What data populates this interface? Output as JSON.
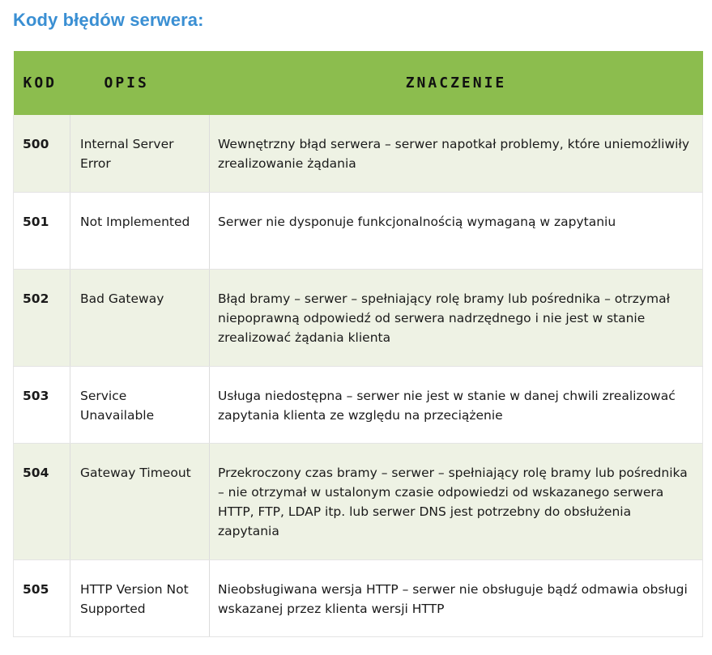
{
  "heading": "Kody błędów serwera:",
  "table": {
    "headers": {
      "code": "KOD",
      "description": "OPIS",
      "meaning": "ZNACZENIE"
    },
    "rows": [
      {
        "code": "500",
        "description": "Internal Server Error",
        "meaning": "Wewnętrzny błąd serwera – serwer napotkał problemy, które uniemożliwiły zrealizowanie żądania"
      },
      {
        "code": "501",
        "description": "Not Implemented",
        "meaning": "Serwer nie dysponuje funkcjonalnością wymaganą w zapytaniu"
      },
      {
        "code": "502",
        "description": "Bad Gateway",
        "meaning": "Błąd bramy – serwer – spełniający rolę bramy lub pośrednika – otrzymał niepoprawną odpowiedź od serwera nadrzędnego i nie jest w stanie zrealizować żądania klienta"
      },
      {
        "code": "503",
        "description": "Service Unavailable",
        "meaning": "Usługa niedostępna – serwer nie jest w stanie w danej chwili zrealizować zapytania klienta ze względu na przeciążenie"
      },
      {
        "code": "504",
        "description": "Gateway Timeout",
        "meaning": "Przekroczony czas bramy – serwer – spełniający rolę bramy lub pośrednika – nie otrzymał w ustalonym czasie odpowiedzi od wskazanego serwera HTTP, FTP, LDAP itp. lub serwer DNS jest potrzebny do obsłużenia zapytania"
      },
      {
        "code": "505",
        "description": "HTTP Version Not Supported",
        "meaning": "Nieobsługiwana wersja HTTP – serwer nie obsługuje bądź odmawia obsługi wskazanej przez klienta wersji HTTP"
      }
    ]
  },
  "colors": {
    "heading": "#3a8fd3",
    "header_row": "#8cbd4e",
    "shaded_row": "#eef2e4"
  }
}
